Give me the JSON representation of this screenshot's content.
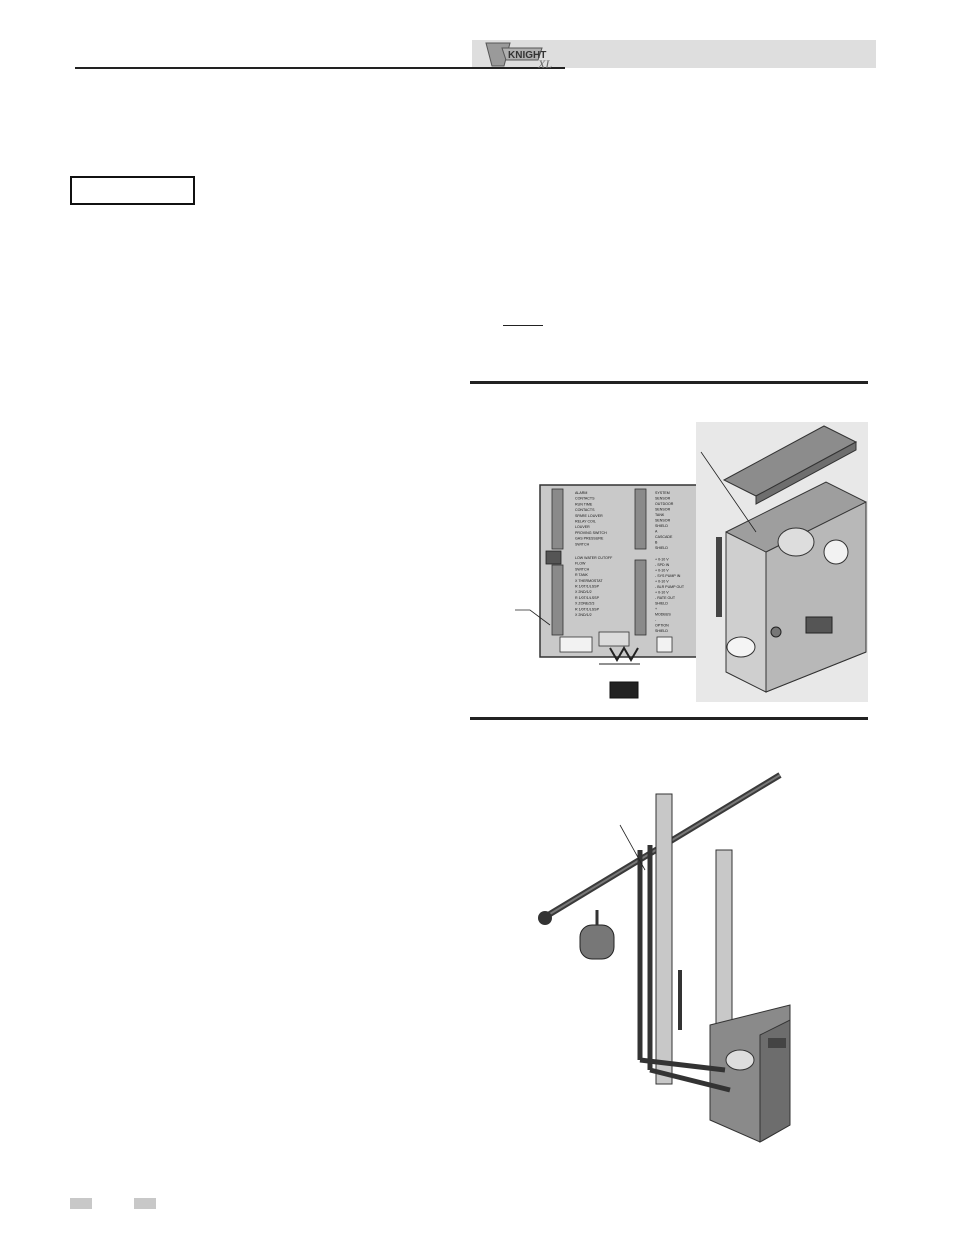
{
  "header": {
    "brand": "Knight XL",
    "brand_colors": {
      "band": "#dedede",
      "logo_fill": "#9a9a9a",
      "logo_stroke": "#555555"
    }
  },
  "figures": [
    {
      "name": "control-board-and-boiler",
      "board_left_labels": [
        "ALARM",
        "CONTACTS",
        "RUN TIME",
        "CONTACTS",
        "SPARE LOUVER",
        "RELAY COIL",
        "LOUVER",
        "PROVING SWITCH",
        "GAS PRESSURE",
        "SWITCH",
        "LOW WATER CUTOFF",
        "FLOW",
        "SWITCH",
        "R TANK",
        "X THERMOSTAT",
        "R 1/0T/1/LSSP",
        "X 2ND/1/2",
        "R 1/0T/1/LSSP",
        "X ZONE/2/3",
        "R 1/0T/1/LSSP",
        "X 2ND/1/2"
      ],
      "board_right_labels": [
        "SYSTEM",
        "SENSOR",
        "OUTDOOR",
        "SENSOR",
        "TANK",
        "SENSOR",
        "SHIELD",
        "A",
        "CASCADE",
        "B",
        "SHIELD",
        "+ 0-10 V",
        "- SPD IN",
        "+ 0-10 V",
        "- SYS PUMP IN",
        "+ 0-10 V",
        "- BLR PUMP OUT",
        "+ 0-10 V",
        "- RATE OUT",
        "SHIELD",
        "+",
        "MODBUS",
        "-",
        "OPTION",
        "SHIELD"
      ]
    },
    {
      "name": "piping-installation"
    }
  ]
}
